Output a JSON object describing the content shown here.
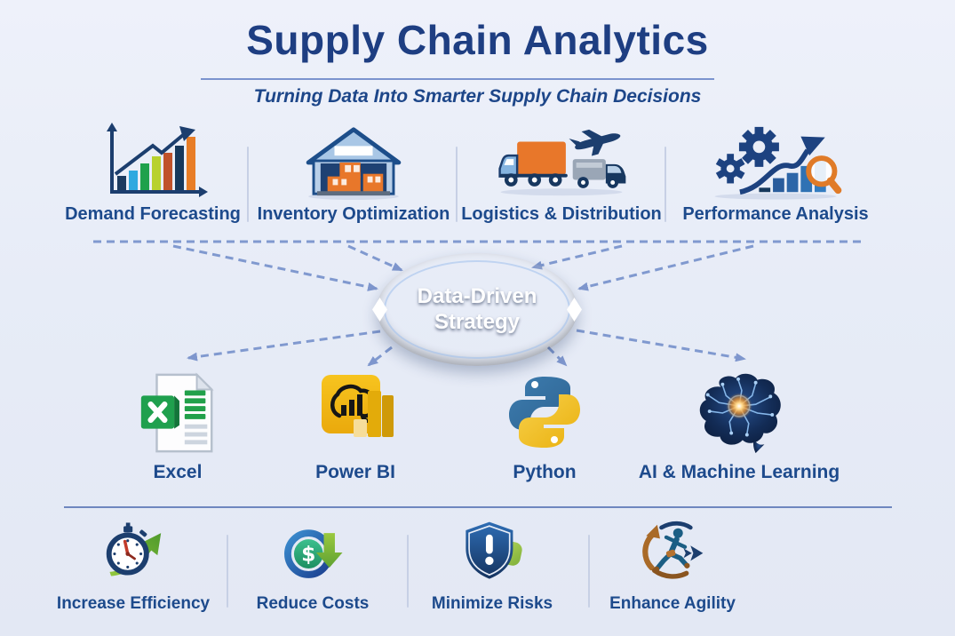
{
  "header": {
    "title": "Supply Chain Analytics",
    "subtitle": "Turning Data Into Smarter Supply Chain Decisions"
  },
  "center_node": {
    "icon": "data-driven-strategy-ellipse",
    "line1": "Data-Driven",
    "line2": "Strategy"
  },
  "drivers": {
    "items": [
      {
        "label": "Demand Forecasting",
        "icon": "bar-chart-growth-icon"
      },
      {
        "label": "Inventory Optimization",
        "icon": "warehouse-boxes-icon"
      },
      {
        "label": "Logistics & Distribution",
        "icon": "truck-plane-van-icon"
      },
      {
        "label": "Performance Analysis",
        "icon": "gears-chart-magnifier-icon"
      }
    ]
  },
  "tools": {
    "items": [
      {
        "label": "Excel",
        "icon": "excel-document-icon"
      },
      {
        "label": "Power BI",
        "icon": "power-bi-icon"
      },
      {
        "label": "Python",
        "icon": "python-logo-icon"
      },
      {
        "label": "AI & Machine Learning",
        "icon": "ai-brain-circuit-icon"
      }
    ]
  },
  "benefits": {
    "items": [
      {
        "label": "Increase Efficiency",
        "icon": "stopwatch-up-arrow-icon"
      },
      {
        "label": "Reduce Costs",
        "icon": "dollar-down-arrow-icon",
        "icon_symbol": "$"
      },
      {
        "label": "Minimize Risks",
        "icon": "shield-exclamation-icon"
      },
      {
        "label": "Enhance Agility",
        "icon": "runner-cycle-arrows-icon"
      }
    ]
  },
  "colors": {
    "background": "#e7ecf7",
    "title": "#1e3e82",
    "label": "#1d4a8c",
    "ellipse_fill": "#1f4084",
    "connector": "#8099cf",
    "divider": "#c7d0e5",
    "accent_orange": "#e8772a",
    "accent_green": "#21a04a",
    "accent_yellow": "#f2b80d"
  }
}
